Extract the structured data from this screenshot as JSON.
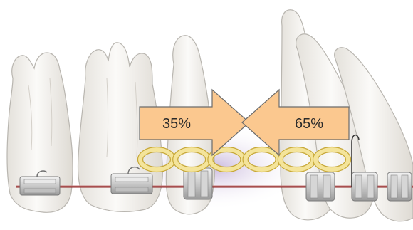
{
  "diagram": {
    "left_arrow": {
      "label": "35%",
      "value": 35
    },
    "right_arrow": {
      "label": "65%",
      "value": 65
    },
    "colors": {
      "arrow_fill": "#fbc88f",
      "arrow_stroke": "#6b6b6b",
      "ring_fill": "#f4e49a",
      "ring_stroke": "#c7a838",
      "wire": "#8b1c1c",
      "tooth": "#f4f2ee",
      "tooth_edge": "#b9b6b0",
      "shadow": "#d7c9e6"
    },
    "elastic_chain_links": 6,
    "icons": [
      "tooth-icon",
      "bracket-icon",
      "elastic-ring-icon",
      "archwire-icon",
      "hook-icon"
    ]
  }
}
